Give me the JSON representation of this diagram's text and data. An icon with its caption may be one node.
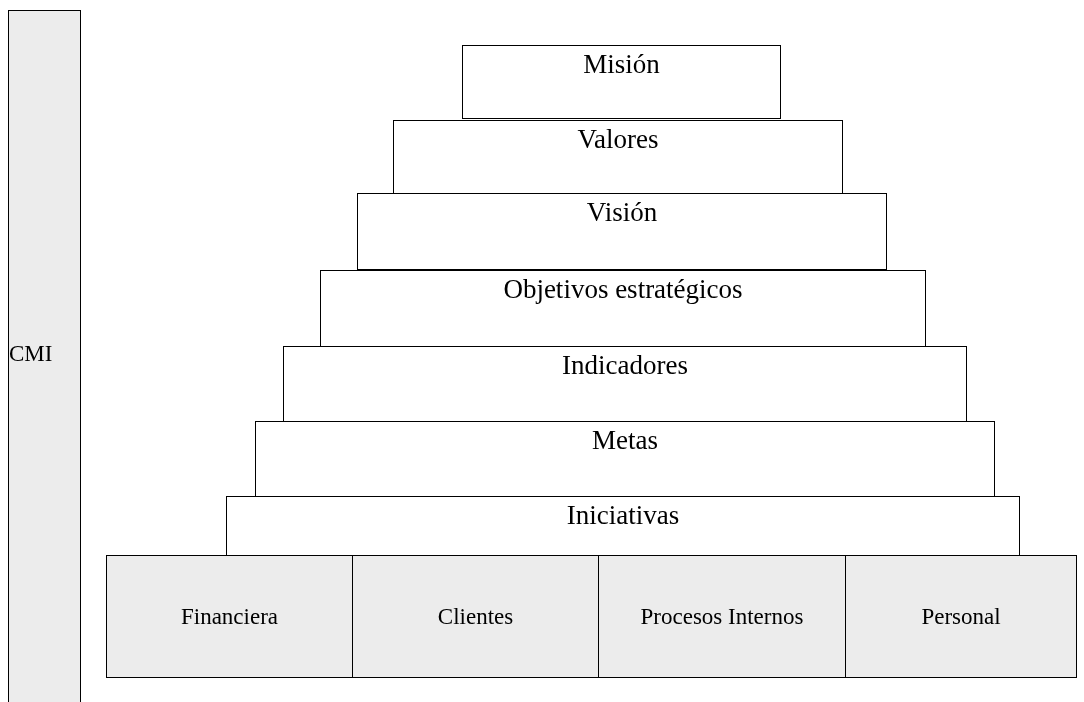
{
  "diagram": {
    "nodes": [
      {
        "text": [
          "CMI"
        ]
      },
      {
        "text": [
          "Misión"
        ]
      },
      {
        "text": [
          "Valores"
        ]
      },
      {
        "text": [
          "Visión"
        ]
      },
      {
        "text": [
          "Objetivos estratégicos"
        ]
      },
      {
        "text": [
          "Indicadores"
        ]
      },
      {
        "text": [
          "Metas"
        ]
      },
      {
        "text": [
          "Iniciativas"
        ]
      },
      {
        "text": [
          "Financiera"
        ]
      },
      {
        "text": [
          "Clientes"
        ]
      },
      {
        "text": [
          "Procesos Internos"
        ]
      },
      {
        "text": [
          "Personal"
        ]
      }
    ]
  }
}
